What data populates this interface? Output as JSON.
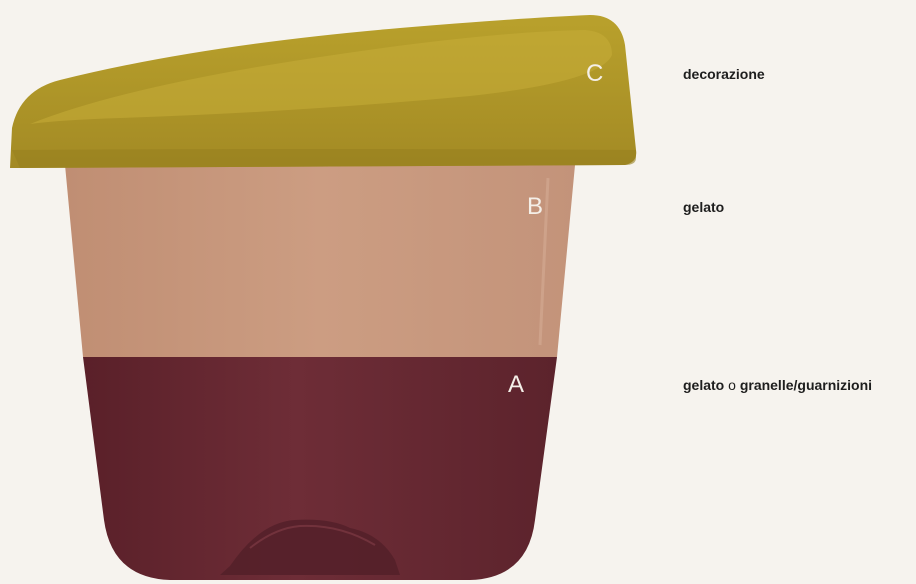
{
  "layers": {
    "c": {
      "letter": "C",
      "label": "decorazione"
    },
    "b": {
      "letter": "B",
      "label": "gelato"
    },
    "a": {
      "letter": "A",
      "label_part1": "gelato",
      "conjunction": "o",
      "label_part2": "granelle/guarnizioni"
    }
  },
  "colors": {
    "background": "#f6f3ee",
    "layer_c": "#b39b2a",
    "layer_b": "#c99a7f",
    "layer_a": "#6a2b34",
    "letter": "#f4efe8",
    "label": "#1e1e1e"
  }
}
